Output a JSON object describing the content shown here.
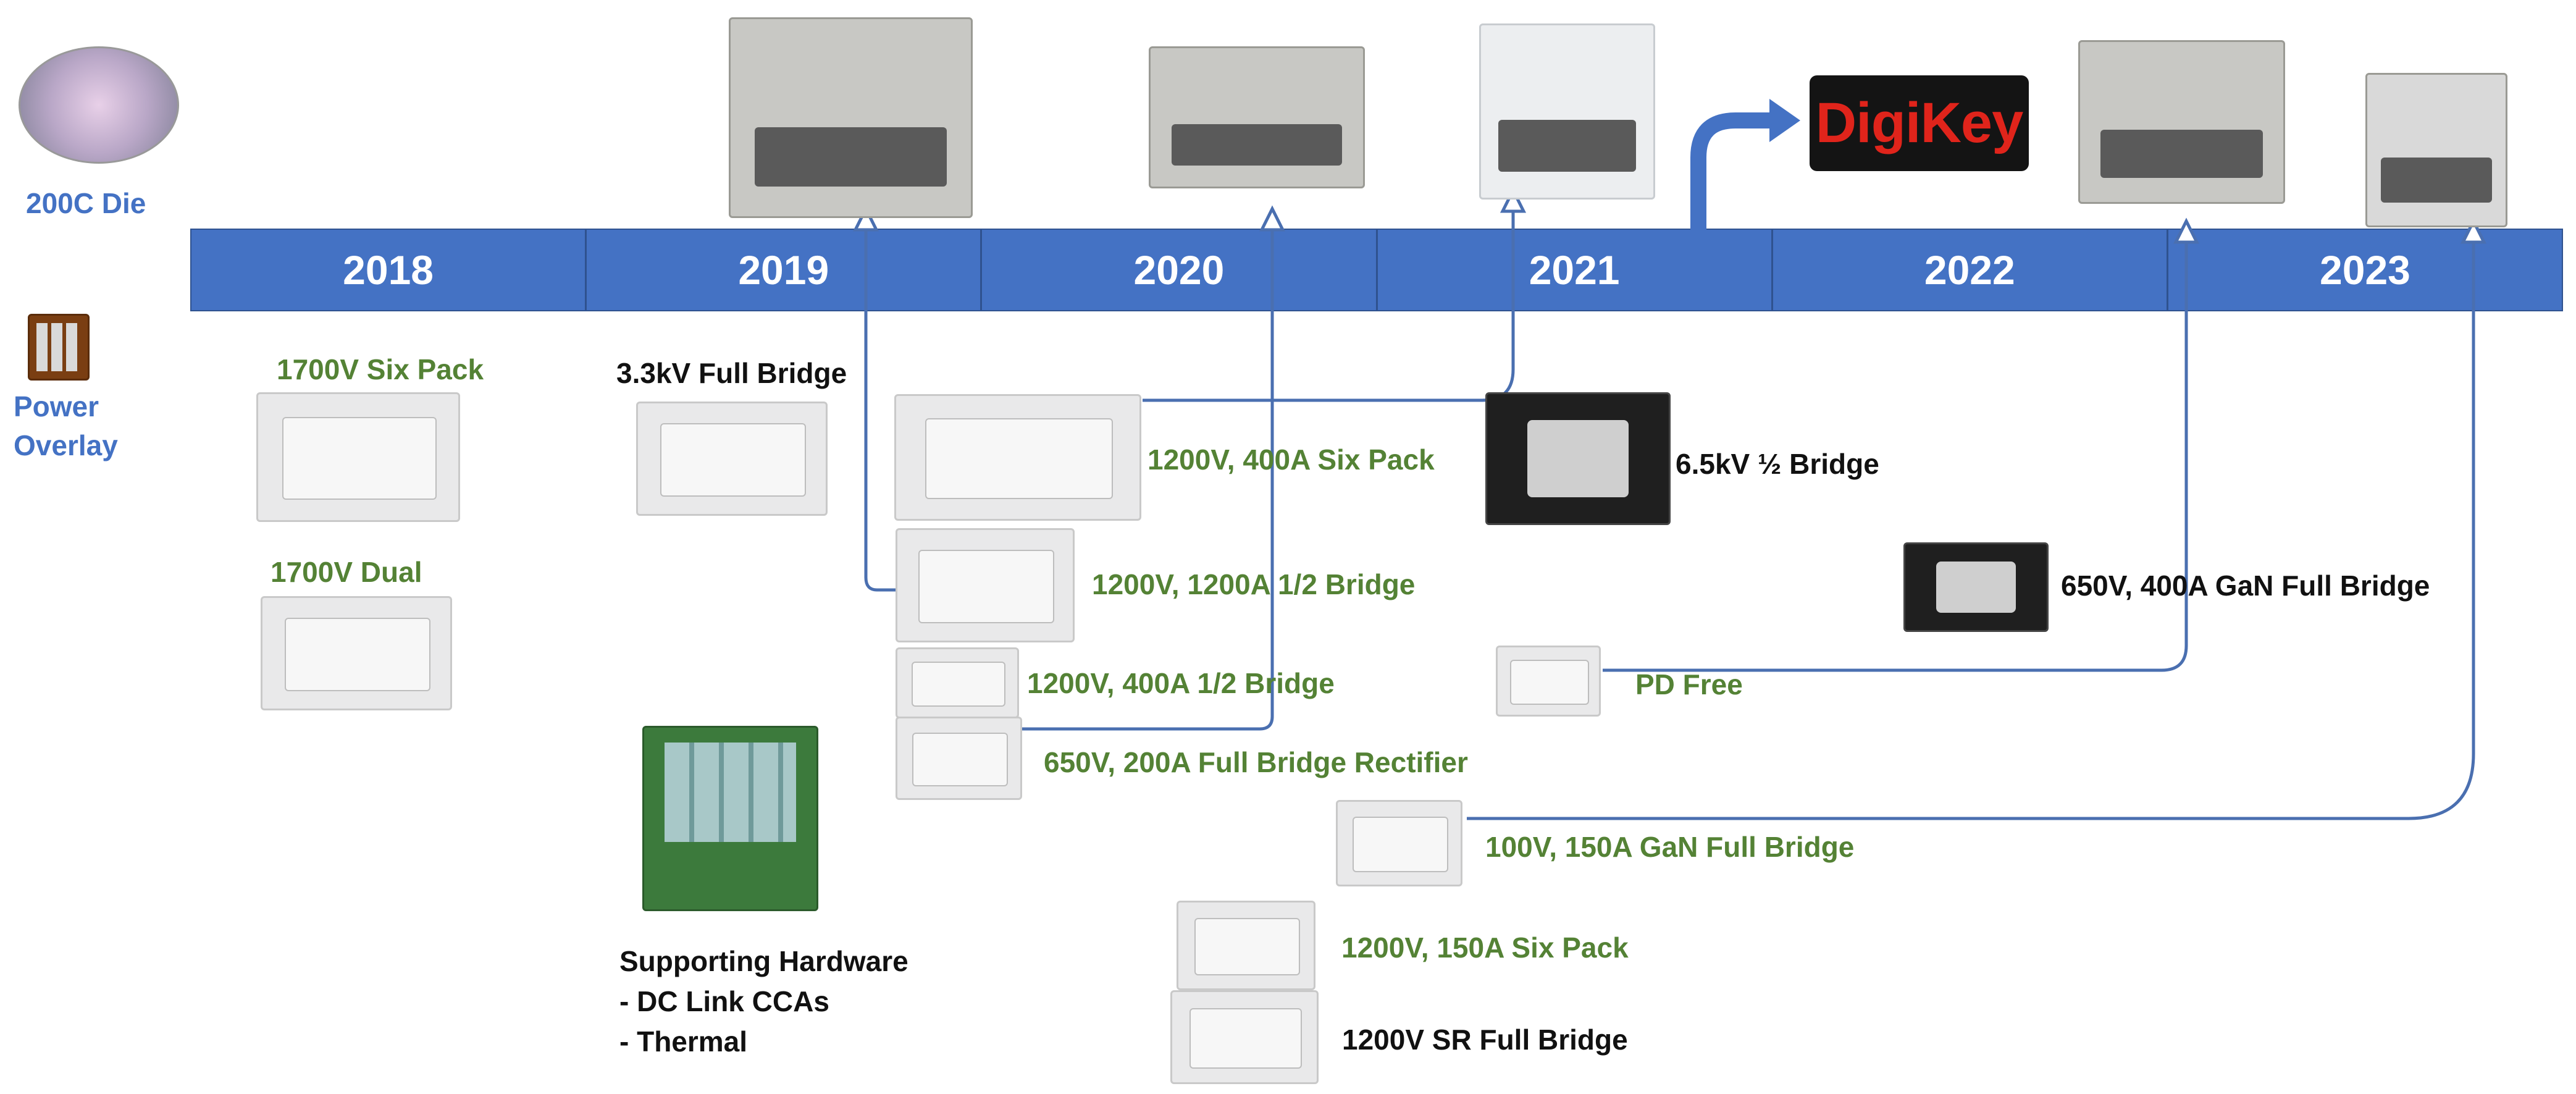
{
  "timeline": {
    "years": [
      "2018",
      "2019",
      "2020",
      "2021",
      "2022",
      "2023"
    ]
  },
  "left_legend": {
    "die_label": "200C Die",
    "overlay_label_1": "Power",
    "overlay_label_2": "Overlay"
  },
  "distributor_logo": "DigiKey",
  "labels": {
    "six_pack_1700": "1700V Six Pack",
    "dual_1700": "1700V Dual",
    "full_bridge_3300": "3.3kV Full Bridge",
    "six_pack_1200_400": "1200V, 400A Six Pack",
    "half_bridge_1200_1200": "1200V, 1200A 1/2 Bridge",
    "half_bridge_1200_400": "1200V, 400A 1/2 Bridge",
    "rectifier_650_200": "650V, 200A Full Bridge Rectifier",
    "half_bridge_6500": "6.5kV ½ Bridge",
    "gan_650_400": "650V, 400A GaN Full Bridge",
    "pd_free": "PD Free",
    "gan_100_150": "100V, 150A GaN Full Bridge",
    "six_pack_1200_150": "1200V, 150A Six Pack",
    "sr_full_bridge_1200": "1200V SR Full Bridge"
  },
  "supporting": {
    "title": "Supporting Hardware",
    "item_1": "- DC Link CCAs",
    "item_2": "- Thermal"
  },
  "colors": {
    "timeline": "#4472c4",
    "green_label": "#548235",
    "black_label": "#111111",
    "blue_label": "#4472c4",
    "connector": "#4a6fb0"
  }
}
